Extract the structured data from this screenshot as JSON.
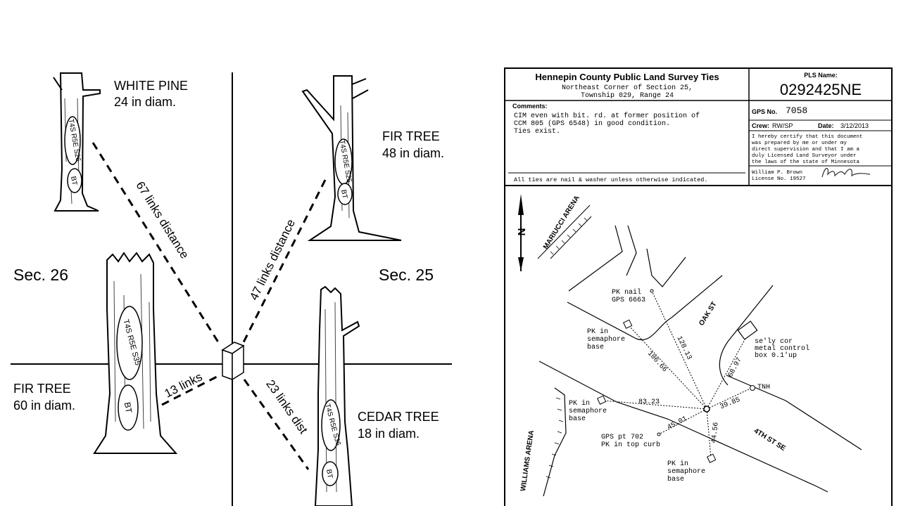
{
  "witness_diagram": {
    "sections": {
      "west": "Sec. 26",
      "east": "Sec. 25"
    },
    "trees": [
      {
        "species": "WHITE PINE",
        "diameter": "24 in diam.",
        "blaze": "T4S R5E S26",
        "bt": "BT",
        "distance": "67 links distance"
      },
      {
        "species": "FIR TREE",
        "diameter": "48 in diam.",
        "blaze": "T4S R5E S25",
        "bt": "BT",
        "distance": "47 links distance"
      },
      {
        "species": "FIR TREE",
        "diameter": "60 in diam.",
        "blaze": "T4S R5E S35",
        "bt": "BT",
        "distance": "13 links"
      },
      {
        "species": "CEDAR TREE",
        "diameter": "18 in diam.",
        "blaze": "T4S R5E S36",
        "bt": "BT",
        "distance": "23 links dist"
      }
    ]
  },
  "survey_tie_sheet": {
    "header": {
      "title": "Hennepin County Public Land Survey Ties",
      "subtitle_1": "Northeast Corner of Section 25,",
      "subtitle_2": "Township 029, Range 24",
      "pls_label": "PLS Name:",
      "pls_value": "0292425NE"
    },
    "comments": {
      "label": "Comments:",
      "lines": [
        "CIM even with bit. rd. at former position of",
        "CCM 805 (GPS 6548) in good condition.",
        "Ties exist."
      ],
      "footer": "All ties are nail & washer unless otherwise indicated."
    },
    "gps": {
      "label": "GPS No.",
      "value": "7058"
    },
    "crew": {
      "label": "Crew:",
      "value": "RW/SP"
    },
    "date": {
      "label": "Date:",
      "value": "3/12/2013"
    },
    "certification": [
      "I hereby certify that this document",
      "was prepared by me or under my",
      "direct supervision and that I am a",
      "duly Licensed Land Surveyor under",
      "the laws of the state of Minnesota"
    ],
    "surveyor": {
      "name": "William P. Brown",
      "license": "License No. 19527"
    },
    "map": {
      "north": "N",
      "arena_north": "MARIUCCI ARENA",
      "arena_south": "WILLIAMS ARENA",
      "street_oak": "OAK ST",
      "street_4th": "4TH ST SE",
      "ties": [
        {
          "label_1": "PK nail",
          "label_2": "GPS 6663",
          "distance": "128.13"
        },
        {
          "label_1": "PK in",
          "label_2": "semaphore",
          "label_3": "base",
          "distance": "106.66"
        },
        {
          "label_1": "se'ly cor",
          "label_2": "metal control",
          "label_3": "box 0.1'up",
          "distance": "68.97"
        },
        {
          "label_1": "TNH",
          "distance": "39.85"
        },
        {
          "label_1": "PK in",
          "label_2": "semaphore",
          "label_3": "base",
          "distance": "83.23"
        },
        {
          "label_1": "GPS pt 702",
          "label_2": "PK in top curb",
          "distance": "45.01"
        },
        {
          "label_1": "PK in",
          "label_2": "semaphore",
          "label_3": "base",
          "distance": "44.56"
        }
      ]
    }
  }
}
